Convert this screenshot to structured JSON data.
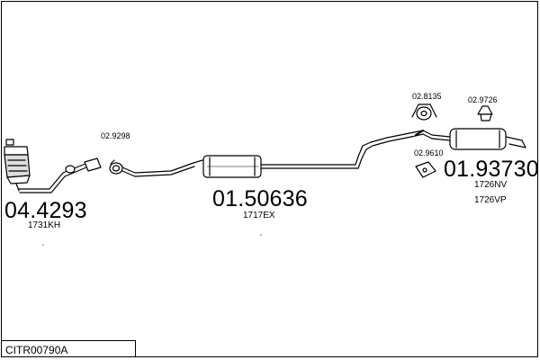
{
  "diagram": {
    "parts": [
      {
        "number": "04.4293",
        "code": "1731KH"
      },
      {
        "number": "01.50636",
        "code": "1717EX"
      },
      {
        "number": "01.93730",
        "code": "1726NV",
        "code2": "1726VP"
      }
    ],
    "small_parts": [
      {
        "number": "02.9298"
      },
      {
        "number": "02.8135"
      },
      {
        "number": "02.9726"
      },
      {
        "number": "02.9610"
      }
    ]
  },
  "reference": "CITR00790A"
}
